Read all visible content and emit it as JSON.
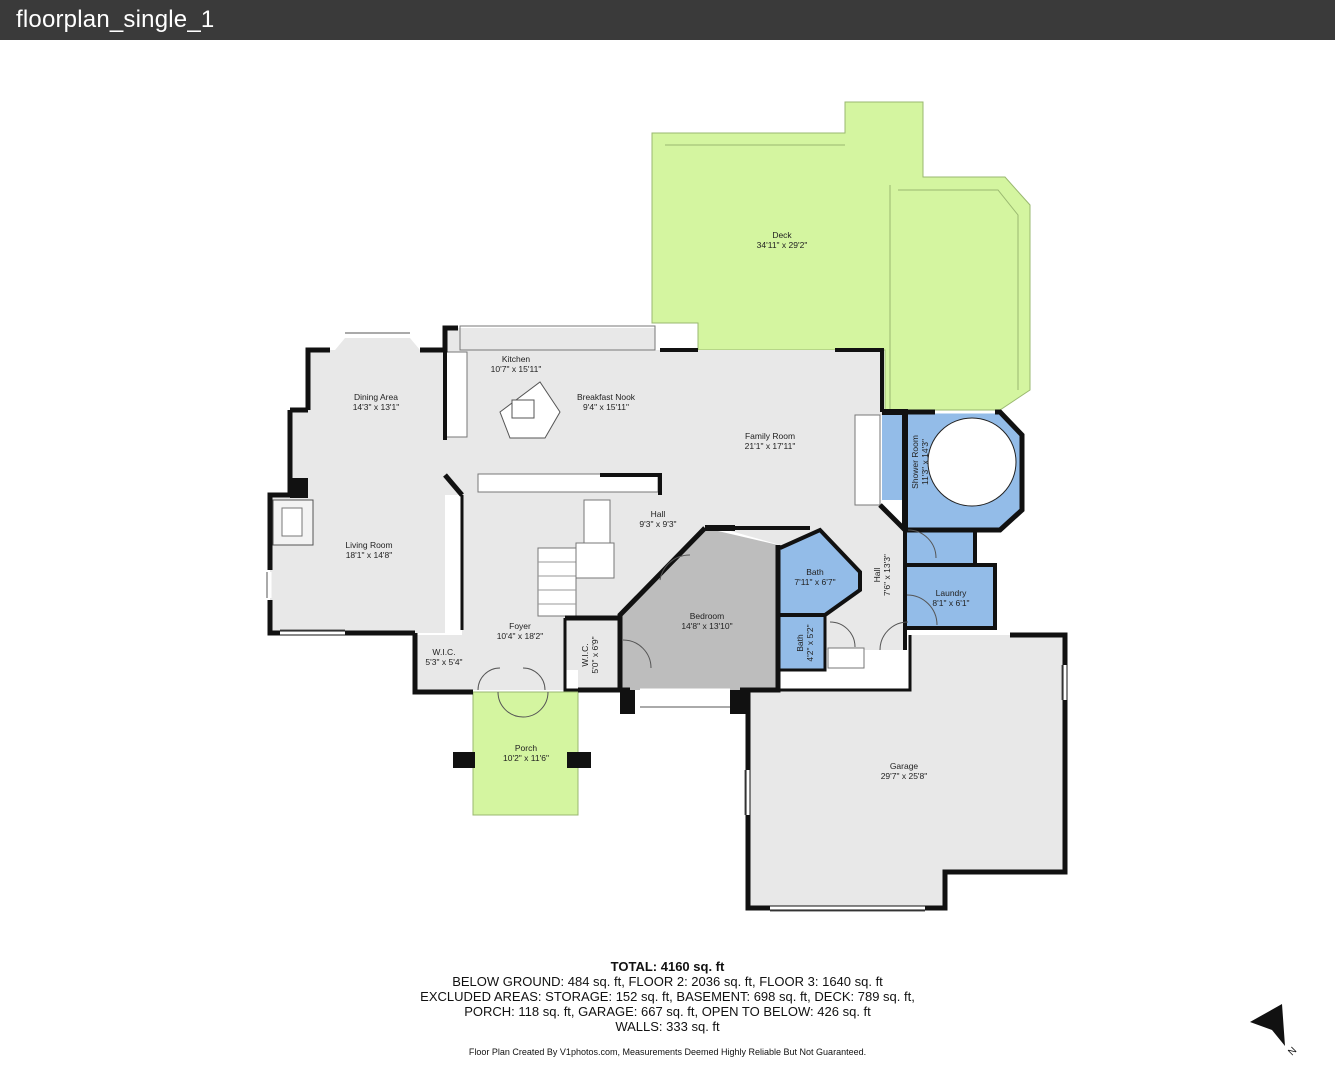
{
  "window": {
    "title": "floorplan_single_1"
  },
  "rooms": {
    "deck": {
      "name": "Deck",
      "dim": "34'11\" x 29'2\""
    },
    "kitchen": {
      "name": "Kitchen",
      "dim": "10'7\" x 15'11\""
    },
    "breakfast_nook": {
      "name": "Breakfast Nook",
      "dim": "9'4\" x 15'11\""
    },
    "dining_area": {
      "name": "Dining Area",
      "dim": "14'3\" x 13'1\""
    },
    "family_room": {
      "name": "Family Room",
      "dim": "21'1\" x 17'11\""
    },
    "shower_room": {
      "name": "Shower Room",
      "dim": "11'3\" x 14'3\""
    },
    "living_room": {
      "name": "Living Room",
      "dim": "18'1\" x 14'8\""
    },
    "hall_1": {
      "name": "Hall",
      "dim": "9'3\" x 9'3\""
    },
    "hall_2": {
      "name": "Hall",
      "dim": "7'6\" x 13'3\""
    },
    "bath_1": {
      "name": "Bath",
      "dim": "7'11\" x 6'7\""
    },
    "bath_2": {
      "name": "Bath",
      "dim": "4'2\" x 5'2\""
    },
    "laundry": {
      "name": "Laundry",
      "dim": "8'1\" x 6'1\""
    },
    "bedroom": {
      "name": "Bedroom",
      "dim": "14'8\" x 13'10\""
    },
    "foyer": {
      "name": "Foyer",
      "dim": "10'4\" x 18'2\""
    },
    "wic_1": {
      "name": "W.I.C.",
      "dim": "5'3\" x 5'4\""
    },
    "wic_2": {
      "name": "W.I.C.",
      "dim": "5'0\" x 6'9\""
    },
    "porch": {
      "name": "Porch",
      "dim": "10'2\" x 11'6\""
    },
    "garage": {
      "name": "Garage",
      "dim": "29'7\" x 25'8\""
    }
  },
  "summary": {
    "total": "TOTAL: 4160 sq. ft",
    "line1": "BELOW GROUND: 484 sq. ft, FLOOR 2: 2036 sq. ft, FLOOR 3: 1640 sq. ft",
    "line2": "EXCLUDED AREAS: STORAGE: 152 sq. ft, BASEMENT: 698 sq. ft, DECK: 789 sq. ft,",
    "line3": "PORCH: 118 sq. ft, GARAGE: 667 sq. ft, OPEN TO BELOW: 426 sq. ft",
    "line4": "WALLS: 333 sq. ft"
  },
  "credit": "Floor Plan Created By V1photos.com, Measurements Deemed Highly Reliable But Not Guaranteed.",
  "compass": {
    "letter": "N"
  },
  "colors": {
    "titlebar": "#3a3a3a",
    "interior": "#e8e8e8",
    "bedroom": "#bdbdbd",
    "outdoor": "#d4f5a0",
    "wet_room": "#93bce8",
    "wall": "#111111"
  }
}
